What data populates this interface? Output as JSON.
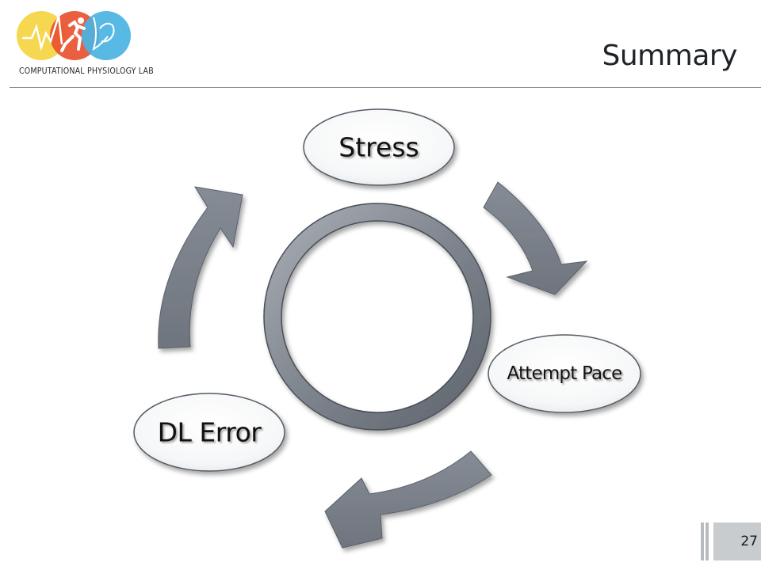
{
  "header": {
    "logo_text": "COMPUTATIONAL PHYSIOLOGY LAB",
    "title": "Summary"
  },
  "diagram": {
    "nodes": [
      {
        "id": "stress",
        "label": "Stress"
      },
      {
        "id": "attempt-pace",
        "label": "Attempt Pace"
      },
      {
        "id": "dl-error",
        "label": "DL Error"
      }
    ]
  },
  "footer": {
    "page_number": "27"
  },
  "colors": {
    "arrow_fill": "#7b818b",
    "ring_fill": "#8a9099",
    "logo_yellow": "#f5d547",
    "logo_red": "#e8512f",
    "logo_blue": "#4ab3e3"
  }
}
